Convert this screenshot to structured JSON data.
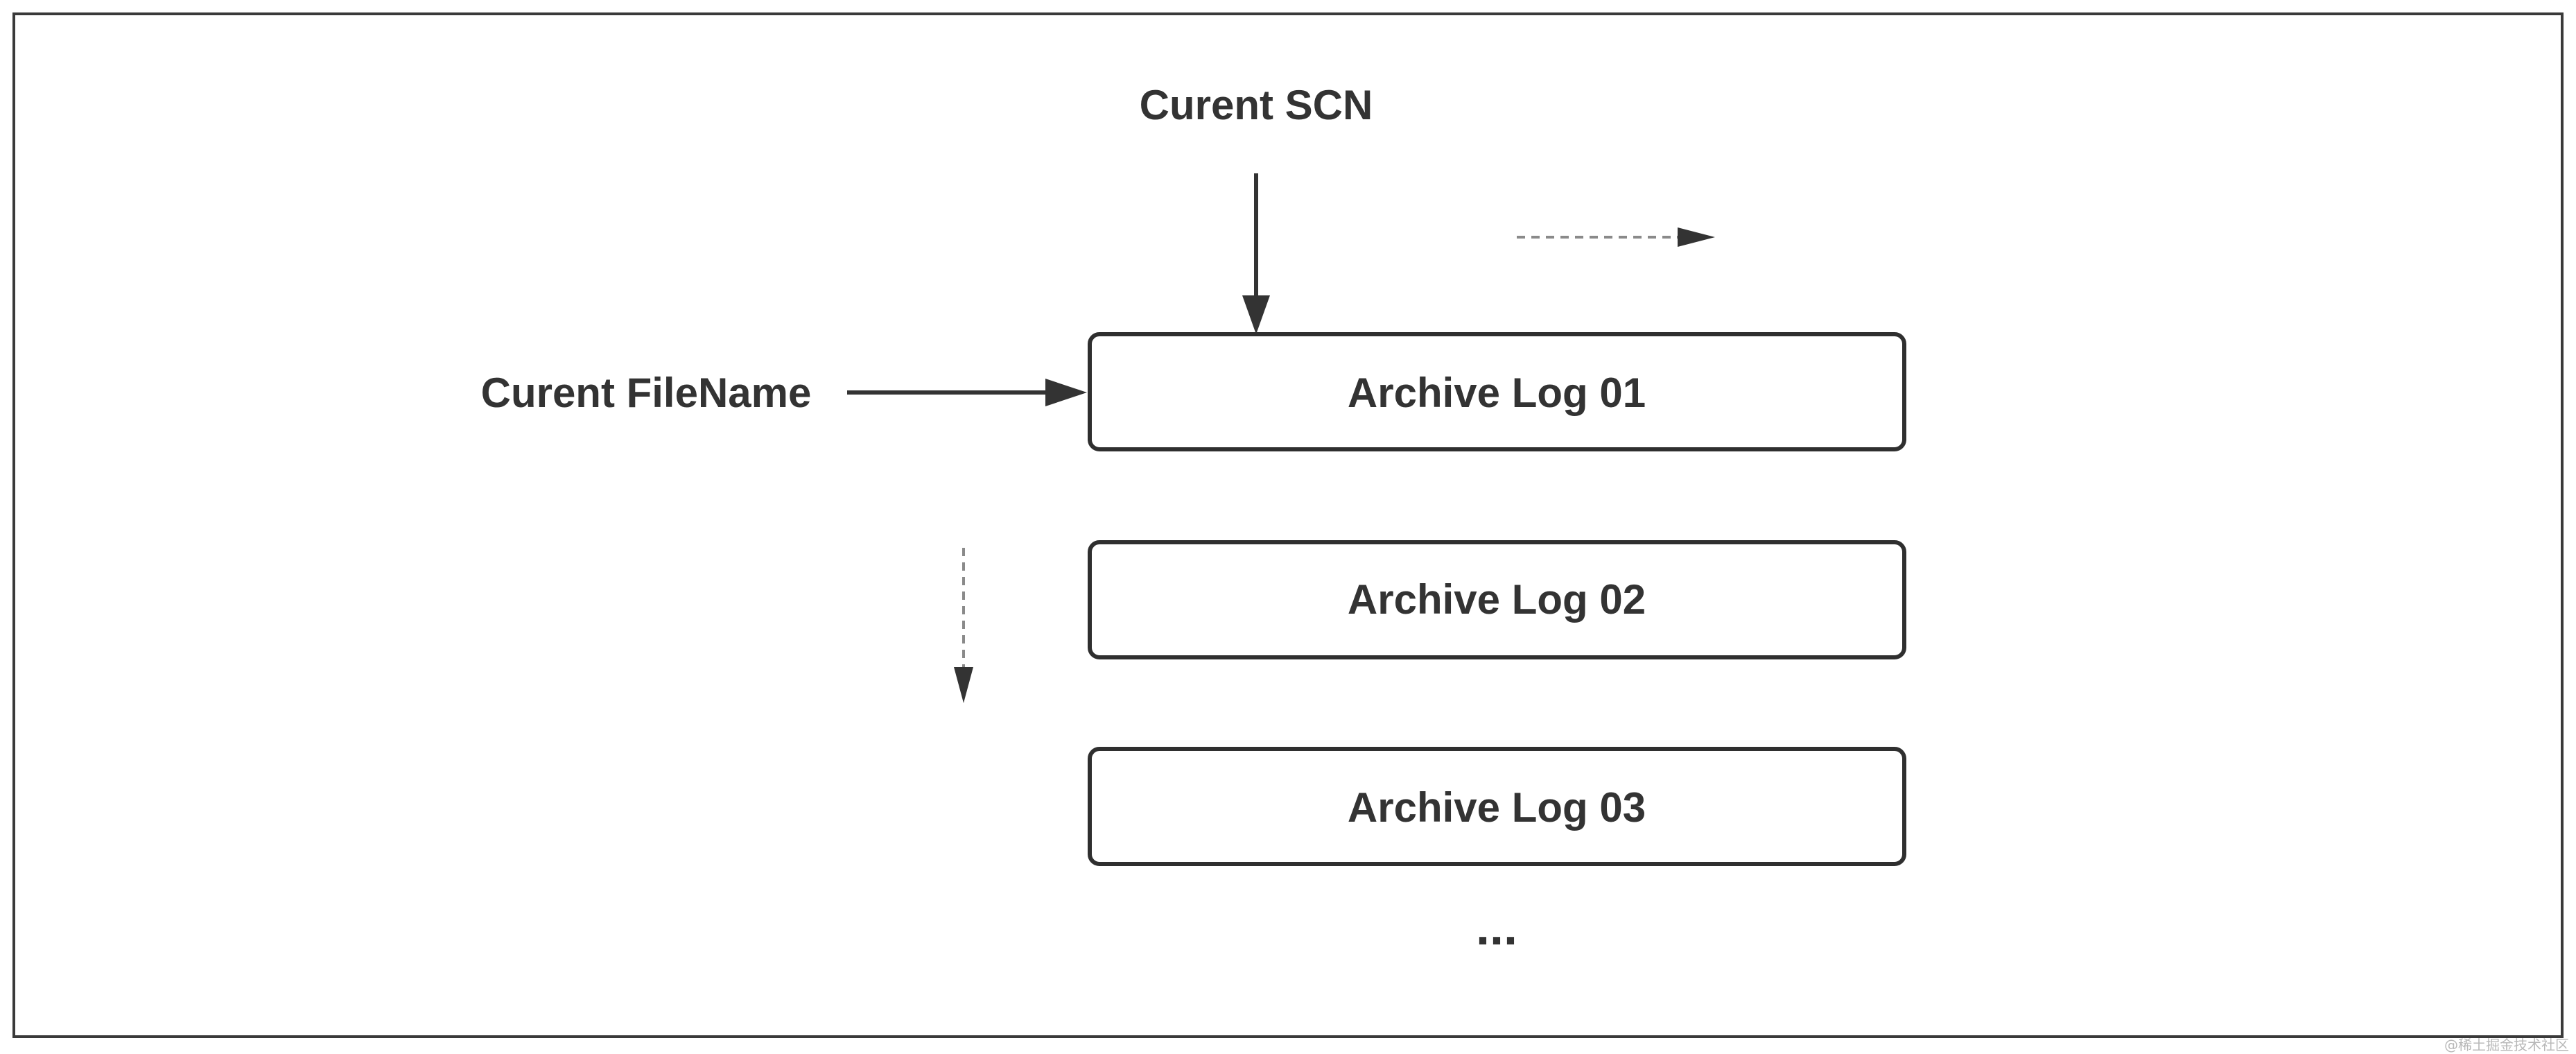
{
  "labels": {
    "current_scn": "Curent SCN",
    "current_filename": "Curent FileName",
    "ellipsis": "..."
  },
  "archive_logs": [
    {
      "label": "Archive Log 01"
    },
    {
      "label": "Archive Log 02"
    },
    {
      "label": "Archive Log 03"
    }
  ],
  "watermark": "@稀土掘金技术社区",
  "colors": {
    "stroke": "#2f2f2f",
    "text": "#333333",
    "dashed": "#8a8a8a"
  }
}
